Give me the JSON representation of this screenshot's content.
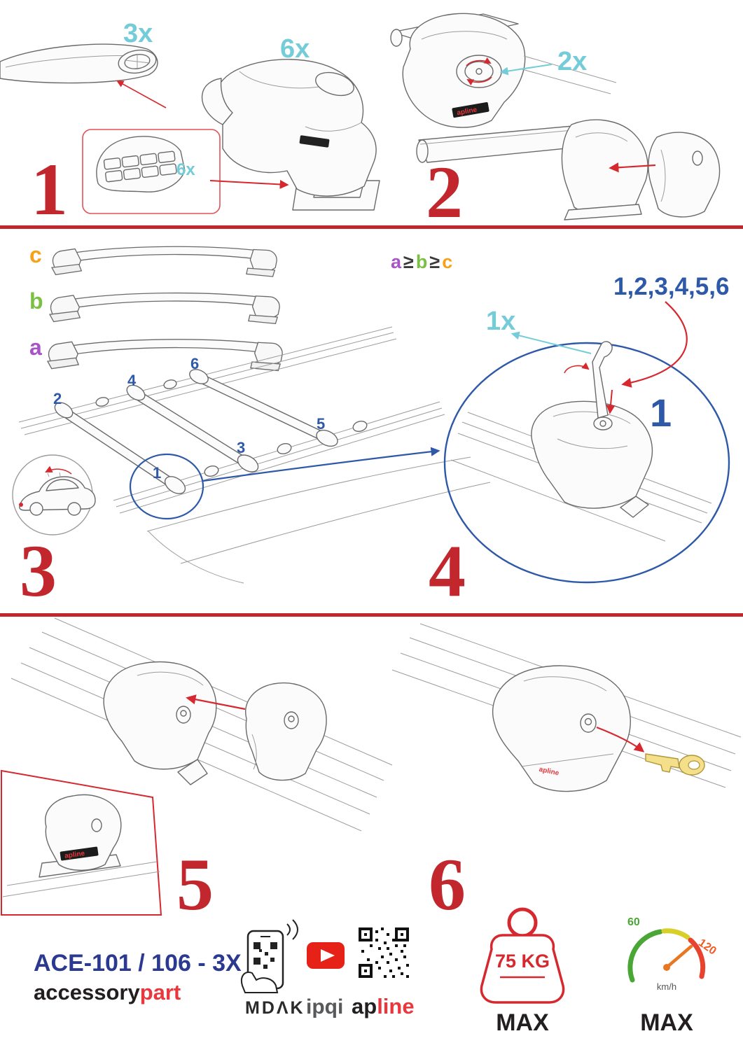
{
  "colors": {
    "step_red": "#c1272d",
    "arrow_red": "#d6292f",
    "cyan": "#74ccd8",
    "blue": "#2e59a8",
    "navy": "#2b3990",
    "orange": "#f7a11a",
    "green": "#7ac143",
    "purple": "#a854c8",
    "brand_red": "#e8373d",
    "dark": "#231f20"
  },
  "shared": {
    "brand_small": "apline"
  },
  "step1": {
    "number": "1",
    "qty_bar": "3x",
    "qty_foot": "6x",
    "qty_pad": "6x"
  },
  "step2": {
    "number": "2",
    "qty": "2x"
  },
  "step3": {
    "number": "3",
    "bar_label_c": "c",
    "bar_label_b": "b",
    "bar_label_a": "a",
    "positions": [
      "1",
      "2",
      "3",
      "4",
      "5",
      "6"
    ]
  },
  "middle": {
    "ineq_a": "a",
    "ineq_sign1": "≥",
    "ineq_b": "b",
    "ineq_sign2": "≥",
    "ineq_c": "c"
  },
  "step4": {
    "number": "4",
    "qty": "1x",
    "sequence": "1,2,3,4,5,6",
    "callout": "1"
  },
  "step5": {
    "number": "5"
  },
  "step6": {
    "number": "6"
  },
  "footer": {
    "product_code": "ACE-101 / 106 - 3X",
    "brand_black": "accessory",
    "brand_red_part": "part",
    "mdak": "MDΛK",
    "ipqi": "ipqi",
    "apline_black": "ap",
    "apline_red": "line",
    "weight": "75 KG",
    "weight_max": "MAX",
    "speed_low": "60",
    "speed_high": "120",
    "speed_unit": "km/h",
    "speed_max": "MAX"
  }
}
